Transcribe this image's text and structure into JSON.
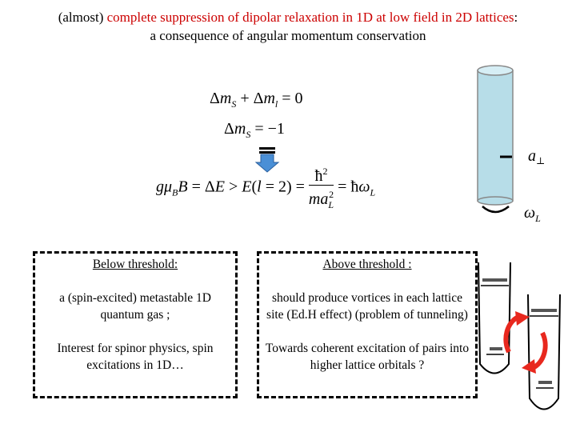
{
  "title": {
    "part1": "(almost) ",
    "part2": "complete suppression of dipolar relaxation in 1D at low field in 2D lattices",
    "part3": ":",
    "line2": "a consequence of angular momentum conservation"
  },
  "equations": {
    "eq1": "Δm_S + Δm_l = 0",
    "eq2": "Δm_S = −1",
    "eq3": "gμ_B B = ΔE > E(l = 2) = ħ²/(m a_L²) = ħω_L"
  },
  "figure": {
    "label_a": "a⊥",
    "label_omega": "ω_L",
    "cylinder_color": "#b7dde8"
  },
  "box": {
    "left": {
      "heading": "Below threshold:",
      "p1": "a (spin-excited) metastable 1D quantum gas ;",
      "p2": "Interest for spinor physics, spin excitations in 1D…"
    },
    "right": {
      "heading": "Above threshold :",
      "p1": "should produce vortices in each lattice site (Ed.H effect) (problem of tunneling)",
      "p2": "Towards coherent excitation of pairs into higher lattice orbitals ?"
    }
  },
  "colors": {
    "title_red": "#cc0000",
    "arrow_blue": "#4a8fd6",
    "arrow_red": "#e8281e"
  }
}
